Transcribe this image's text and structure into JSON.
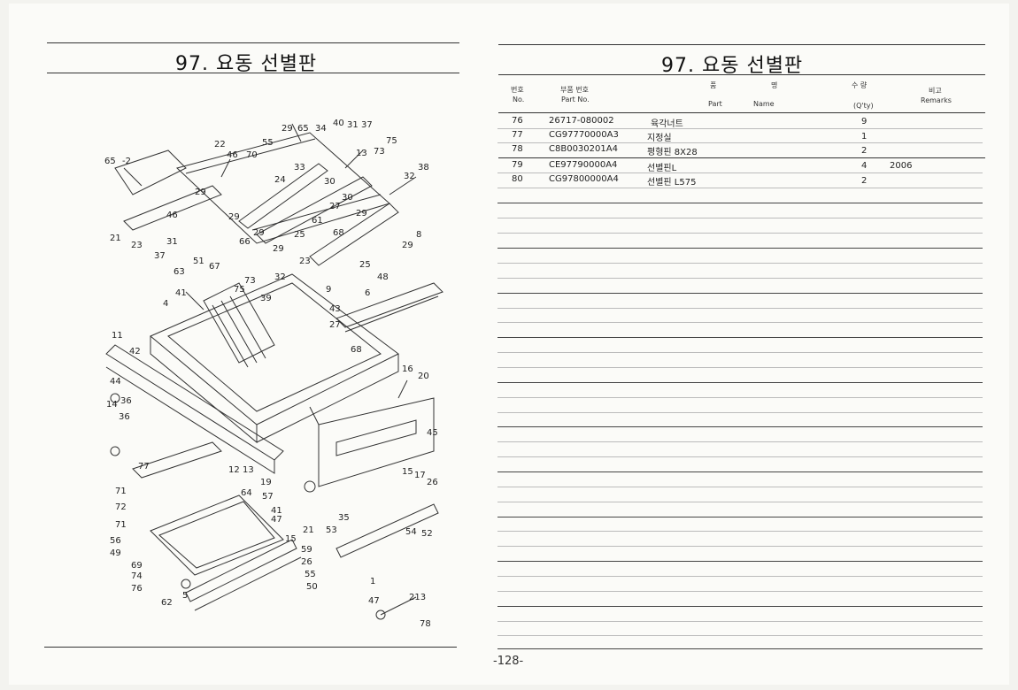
{
  "left_page": {
    "title": "97. 요동 선별판",
    "labels": [
      "65",
      "-2",
      "22",
      "46",
      "70",
      "55",
      "29",
      "65",
      "34",
      "40",
      "31",
      "37",
      "13",
      "73",
      "75",
      "33",
      "38",
      "24",
      "32",
      "29",
      "30",
      "27",
      "61",
      "30",
      "29",
      "46",
      "29",
      "21",
      "23",
      "31",
      "37",
      "51",
      "67",
      "63",
      "41",
      "4",
      "66",
      "29",
      "25",
      "68",
      "29",
      "23",
      "25",
      "8",
      "29",
      "48",
      "6",
      "75",
      "73",
      "32",
      "9",
      "39",
      "43",
      "27",
      "11",
      "42",
      "68",
      "16",
      "20",
      "44",
      "14",
      "36",
      "36",
      "45",
      "77",
      "12",
      "13",
      "19",
      "57",
      "64",
      "15",
      "17",
      "26",
      "71",
      "72",
      "71",
      "56",
      "49",
      "47",
      "41",
      "35",
      "21",
      "53",
      "54",
      "52",
      "69",
      "74",
      "76",
      "62",
      "5",
      "15",
      "59",
      "26",
      "55",
      "50",
      "1",
      "47",
      "213",
      "78"
    ]
  },
  "right_page": {
    "title": "97. 요동 선별판",
    "headers": {
      "no_kr": "번호",
      "no_en": "No.",
      "part_no_kr": "부품 번호",
      "part_no_en": "Part No.",
      "name_kr_1": "품",
      "name_kr_2": "명",
      "name_en_1": "Part",
      "name_en_2": "Name",
      "qty_kr": "수 량",
      "qty_en": "(Q'ty)",
      "remarks_kr": "비고",
      "remarks_en": "Remarks"
    },
    "rows": [
      {
        "no": "76",
        "part_no": "26717-080002",
        "name": "육각너트",
        "qty": "9",
        "remarks": ""
      },
      {
        "no": "77",
        "part_no": "CG97770000A3",
        "name": "지정실",
        "qty": "1",
        "remarks": ""
      },
      {
        "no": "78",
        "part_no": "C8B0030201A4",
        "name": "평형핀 8X28",
        "qty": "2",
        "remarks": ""
      },
      {
        "no": "79",
        "part_no": "CE97790000A4",
        "name": "선별핀L",
        "qty": "4",
        "remarks": "2006"
      },
      {
        "no": "80",
        "part_no": "CG97800000A4",
        "name": "선별핀 L575",
        "qty": "2",
        "remarks": ""
      }
    ],
    "page_number": "-128-"
  }
}
